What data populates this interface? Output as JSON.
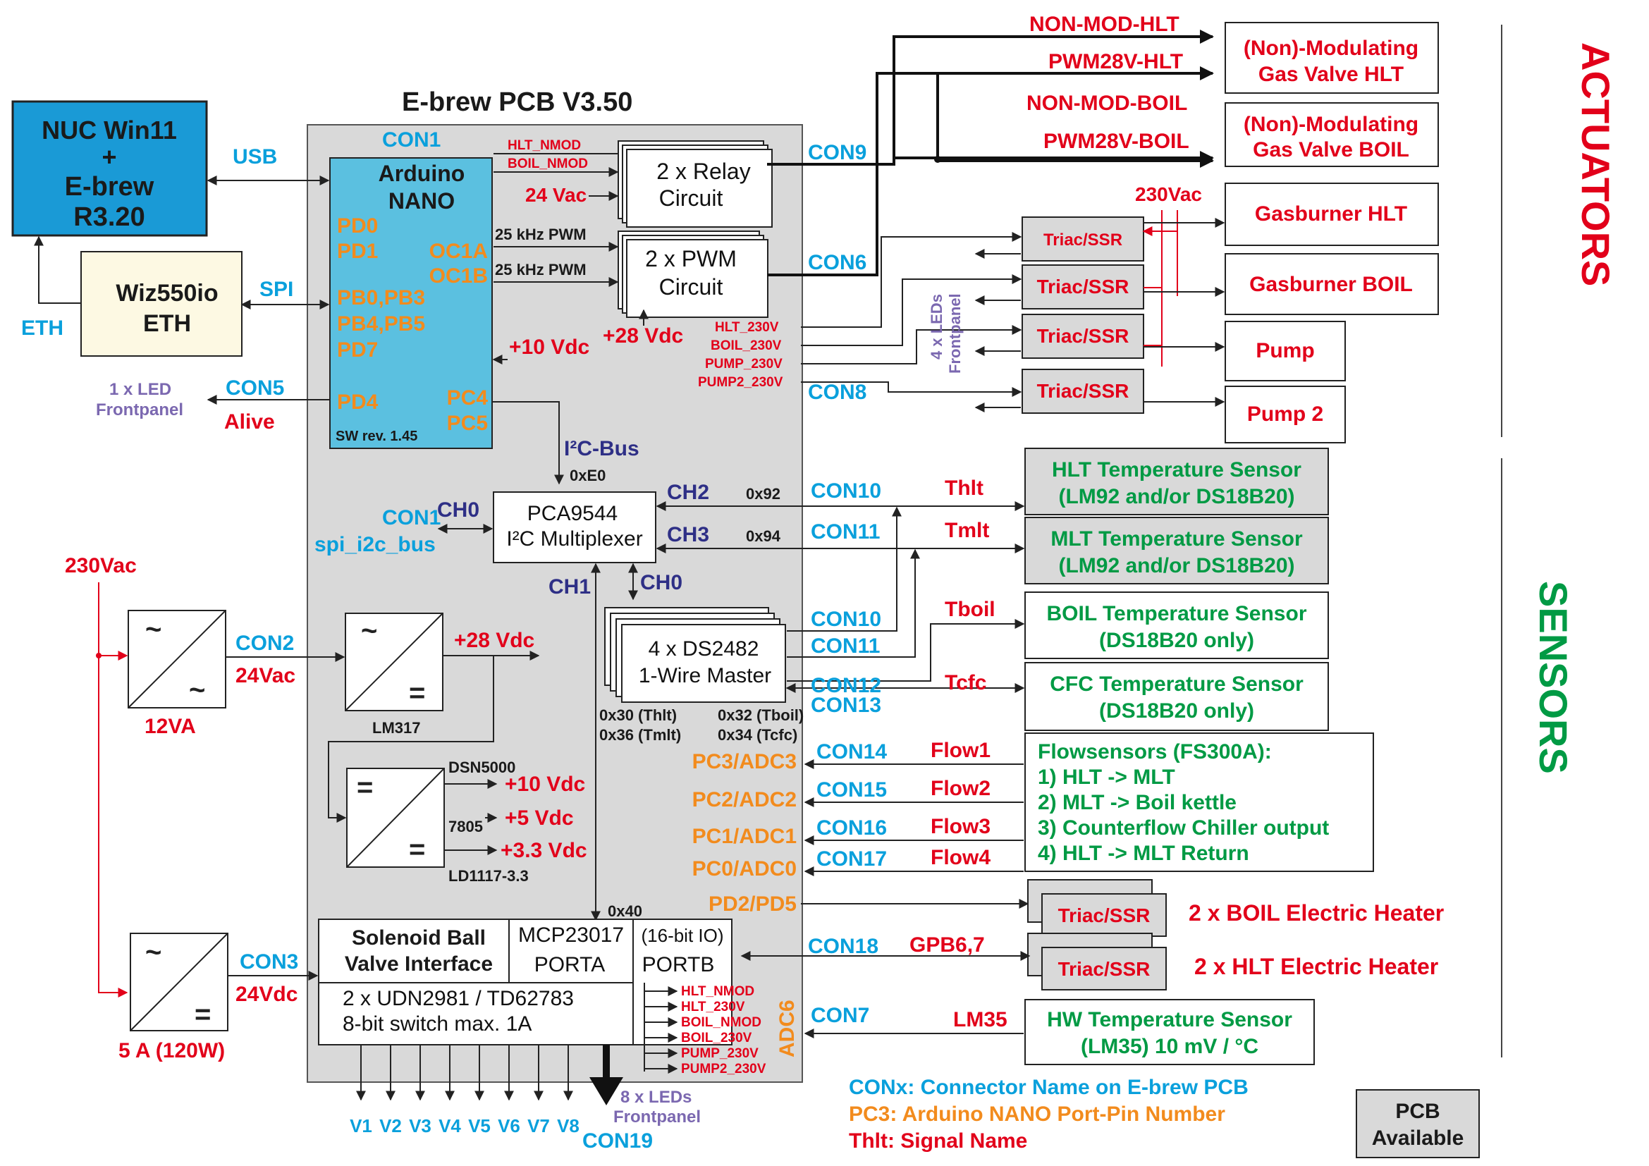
{
  "pcb_title": "E-brew PCB V3.50",
  "nuc": {
    "line1": "NUC Win11",
    "line2": "+",
    "line3": "E-brew",
    "line4": "R3.20"
  },
  "wiz": {
    "line1": "Wiz550io",
    "line2": "ETH"
  },
  "labels": {
    "usb": "USB",
    "spi": "SPI",
    "eth": "ETH",
    "con1_top": "CON1",
    "con1_left": "CON1",
    "spi_i2c_bus": "spi_i2c_bus",
    "con2": "CON2",
    "con3": "CON3",
    "con5": "CON5",
    "con6": "CON6",
    "con7": "CON7",
    "con8": "CON8",
    "con9": "CON9",
    "con10a": "CON10",
    "con10b": "CON10",
    "con11a": "CON11",
    "con11b": "CON11",
    "con12": "CON12",
    "con13": "CON13",
    "con14": "CON14",
    "con15": "CON15",
    "con16": "CON16",
    "con17": "CON17",
    "con18": "CON18",
    "con19": "CON19",
    "led1": "1 x LED",
    "led1b": "Frontpanel",
    "alive": "Alive",
    "i2c_bus": "I²C-Bus",
    "addr_e0": "0xE0",
    "addr_92": "0x92",
    "addr_94": "0x94",
    "addr_40": "0x40",
    "ch0a": "CH0",
    "ch0b": "CH0",
    "ch1": "CH1",
    "ch2": "CH2",
    "ch3": "CH3",
    "v230_left": "230Vac",
    "v230_top": "230Vac",
    "v24a": "24Vac",
    "v24b": "24Vdc",
    "v24vac_relay": "24 Vac",
    "v28": "+28 Vdc",
    "v28pwm": "+28 Vdc",
    "v10": "+10 Vdc",
    "v10b": "+10 Vdc",
    "v5": "+5 Vdc",
    "v33": "+3.3 Vdc",
    "va12": "12VA",
    "a5": "5 A (120W)",
    "lm317": "LM317",
    "dsn5000": "DSN5000",
    "r7805": "7805",
    "ld1117": "LD1117-3.3",
    "hlt_nmod": "HLT_NMOD",
    "boil_nmod": "BOIL_NMOD",
    "pwm25a": "25 kHz PWM",
    "pwm25b": "25 kHz PWM",
    "hlt230": "HLT_230V",
    "boil230": "BOIL_230V",
    "pump230": "PUMP_230V",
    "pump2230": "PUMP2_230V",
    "leds4a": "4 x LEDs",
    "leds4b": "Frontpanel",
    "leds8a": "8 x LEDs",
    "leds8b": "Frontpanel",
    "adc6": "ADC6",
    "ds_addr1": "0x30 (Thlt)",
    "ds_addr2": "0x32 (Tboil)",
    "ds_addr3": "0x36 (Tmlt)",
    "ds_addr4": "0x34 (Tcfc)",
    "pc3": "PC3/ADC3",
    "pc2": "PC2/ADC2",
    "pc1": "PC1/ADC1",
    "pc0": "PC0/ADC0",
    "pd2": "PD2/PD5",
    "gpb": "GPB6,7",
    "lm35": "LM35",
    "thlt": "Thlt",
    "tmlt": "Tmlt",
    "tboil": "Tboil",
    "tcfc": "Tcfc",
    "flow1": "Flow1",
    "flow2": "Flow2",
    "flow3": "Flow3",
    "flow4": "Flow4",
    "nonmod_hlt": "NON-MOD-HLT",
    "pwm28_hlt": "PWM28V-HLT",
    "nonmod_boil": "NON-MOD-BOIL",
    "pwm28_boil": "PWM28V-BOIL",
    "actuators": "ACTUATORS",
    "sensors": "SENSORS"
  },
  "arduino": {
    "title1": "Arduino",
    "title2": "NANO",
    "pd0": "PD0",
    "pd1": "PD1",
    "pb0": "PB0,PB3",
    "pb4": "PB4,PB5",
    "pd7": "PD7",
    "pd4": "PD4",
    "oc1a": "OC1A",
    "oc1b": "OC1B",
    "pc4": "PC4",
    "pc5": "PC5",
    "sw": "SW rev. 1.45"
  },
  "relay": {
    "line1": "2 x Relay",
    "line2": "Circuit"
  },
  "pwm": {
    "line1": "2 x PWM",
    "line2": "Circuit"
  },
  "pca": {
    "line1": "PCA9544",
    "line2": "I²C Multiplexer"
  },
  "ds2482": {
    "line1": "4 x DS2482",
    "line2": "1-Wire Master"
  },
  "solenoid": {
    "line1": "Solenoid Ball",
    "line2": "Valve Interface"
  },
  "mcp": {
    "name": "MCP23017",
    "io": "(16-bit IO)",
    "porta": "PORTA",
    "portb": "PORTB"
  },
  "udn": {
    "line1": "2 x UDN2981 / TD62783",
    "line2": "8-bit switch max. 1A"
  },
  "mcp_outputs": [
    "HLT_NMOD",
    "HLT_230V",
    "BOIL_NMOD",
    "BOIL_230V",
    "PUMP_230V",
    "PUMP2_230V"
  ],
  "valves": [
    "V1",
    "V2",
    "V3",
    "V4",
    "V5",
    "V6",
    "V7",
    "V8"
  ],
  "triacs": [
    "Triac/SSR",
    "Triac/SSR",
    "Triac/SSR",
    "Triac/SSR"
  ],
  "heater_triacs": [
    "Triac/SSR",
    "Triac/SSR"
  ],
  "actuator_boxes": {
    "gas_hlt1": "(Non)-Modulating",
    "gas_hlt2": "Gas Valve HLT",
    "gas_boil1": "(Non)-Modulating",
    "gas_boil2": "Gas Valve BOIL",
    "burner_hlt": "Gasburner HLT",
    "burner_boil": "Gasburner BOIL",
    "pump": "Pump",
    "pump2": "Pump 2",
    "boil_heater": "2 x BOIL Electric Heater",
    "hlt_heater": "2 x HLT Electric Heater"
  },
  "sensor_boxes": {
    "hlt1": "HLT Temperature Sensor",
    "hlt2": "(LM92 and/or DS18B20)",
    "mlt1": "MLT Temperature Sensor",
    "mlt2": "(LM92 and/or DS18B20)",
    "boil1": "BOIL Temperature Sensor",
    "boil2": "(DS18B20 only)",
    "cfc1": "CFC Temperature Sensor",
    "cfc2": "(DS18B20 only)",
    "flow_title": "Flowsensors (FS300A):",
    "flow1": "1) HLT -> MLT",
    "flow2": "2) MLT -> Boil kettle",
    "flow3": "3) Counterflow Chiller output",
    "flow4": "4) HLT -> MLT Return",
    "hw1": "HW Temperature Sensor",
    "hw2": "(LM35) 10 mV / °C"
  },
  "legend": {
    "conx": "CONx: Connector Name on E-brew PCB",
    "pc3": "PC3: Arduino NANO Port-Pin Number",
    "thlt": "Thlt: Signal Name",
    "pcb1": "PCB",
    "pcb2": "Available"
  },
  "colors": {
    "connector": "#0aa0dc",
    "signal": "#e2001a",
    "port_pin": "#f28b1d",
    "sensor": "#009a44",
    "bus": "#2e2f86",
    "frontpanel": "#7b68b0",
    "pcb_area": "#d9d9d9",
    "arduino": "#5bc0e0",
    "nuc": "#1a9ad6",
    "wiz": "#fdf9e3"
  }
}
